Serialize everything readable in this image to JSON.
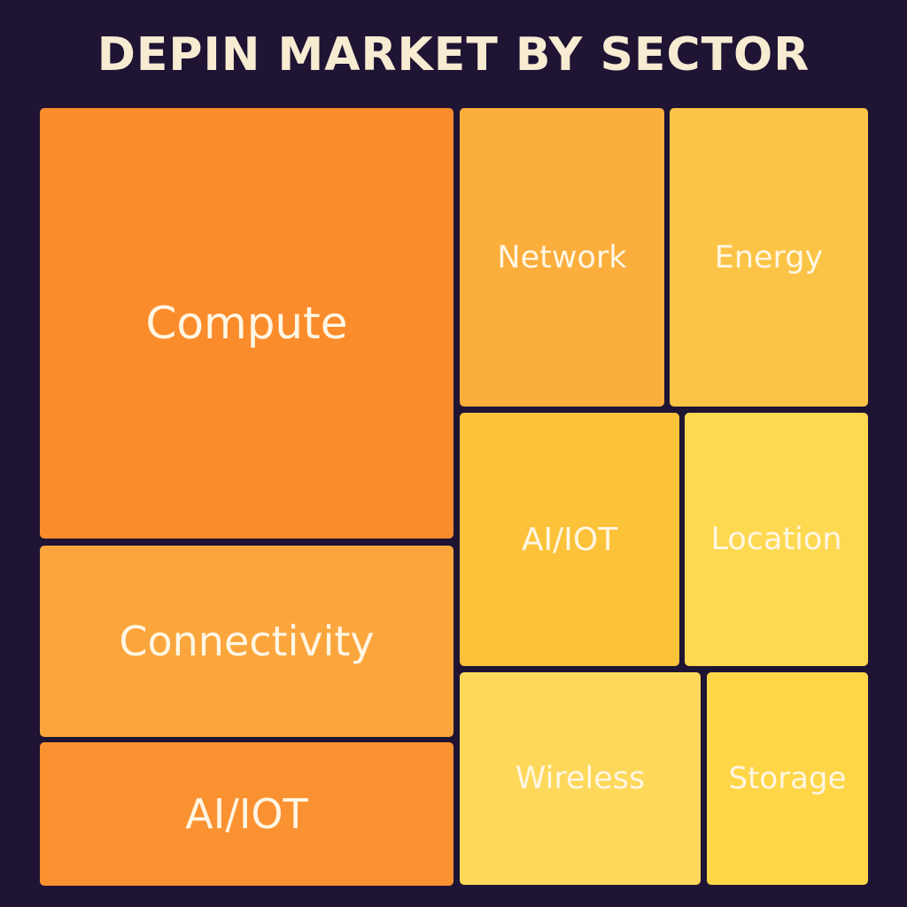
{
  "chart_data": {
    "type": "treemap",
    "title": "DEPIN MARKET BY SECTOR",
    "tiles": [
      {
        "label": "Compute",
        "color": "#fb8c2c"
      },
      {
        "label": "Connectivity",
        "color": "#fba63c"
      },
      {
        "label": "AI/IOT",
        "color": "#fb9232"
      },
      {
        "label": "Network",
        "color": "#fbae3c"
      },
      {
        "label": "Energy",
        "color": "#fcc446"
      },
      {
        "label": "AI/IOT",
        "color": "#fcc33a"
      },
      {
        "label": "Location",
        "color": "#fdd952"
      },
      {
        "label": "Wireless",
        "color": "#fed85a"
      },
      {
        "label": "Storage",
        "color": "#fed648"
      }
    ]
  }
}
